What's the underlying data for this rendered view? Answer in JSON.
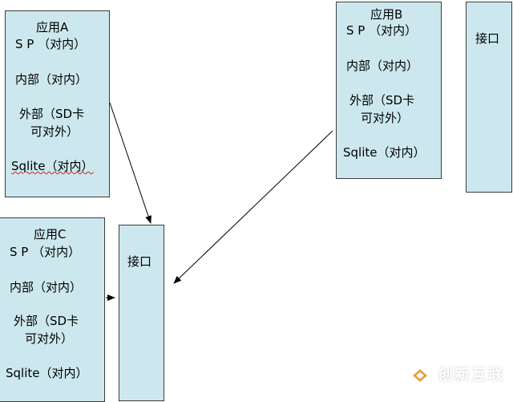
{
  "box_a": {
    "title": "应用A",
    "sp": "S P （对内）",
    "internal": "内部（对内）",
    "external_1": "外部（SD卡",
    "external_2": "可对外）",
    "sqlite": "Sqlite（对内）"
  },
  "box_b": {
    "title": "应用B",
    "sp": "S P （对内）",
    "internal": "内部（对内）",
    "external_1": "外部（SD卡",
    "external_2": "可对外）",
    "sqlite": "Sqlite（对内）"
  },
  "box_c": {
    "title": "应用C",
    "sp": "S P （对内）",
    "internal": "内部（对内）",
    "external_1": "外部（SD卡",
    "external_2": "可对外）",
    "sqlite": "Sqlite（对内）"
  },
  "interface_main": {
    "label": "接口"
  },
  "interface_right": {
    "label": "接口"
  },
  "watermark": {
    "text": "创新互联"
  },
  "colors": {
    "box_fill": "#cce8ee",
    "border": "#3c3c3c",
    "arrow": "#000000",
    "watermark_mark": "#e8a040"
  }
}
